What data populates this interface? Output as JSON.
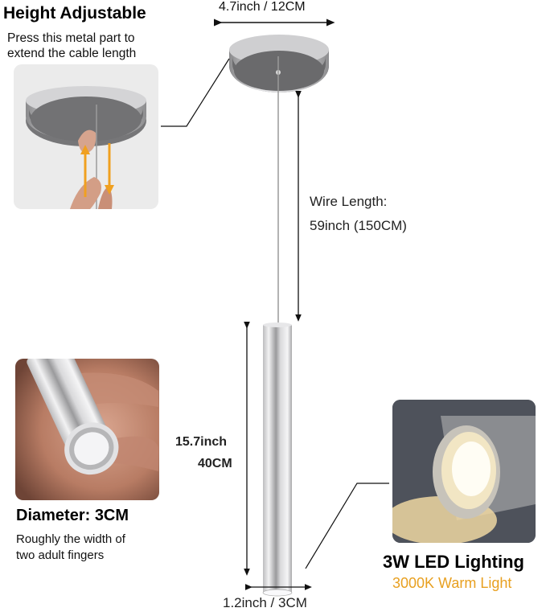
{
  "top_left": {
    "title": "Height Adjustable",
    "desc_line1": "Press this metal part to",
    "desc_line2": "extend the cable length"
  },
  "canopy": {
    "width_label": "4.7inch / 12CM"
  },
  "wire": {
    "label_line1": "Wire Length:",
    "label_line2": "59inch (150CM)"
  },
  "tube": {
    "height_line1": "15.7inch",
    "height_line2": "40CM",
    "width_label": "1.2inch / 3CM"
  },
  "bottom_left": {
    "title": "Diameter: 3CM",
    "desc_line1": "Roughly the width of",
    "desc_line2": "two adult fingers"
  },
  "bottom_right": {
    "title": "3W LED Lighting",
    "subtitle": "3000K Warm Light",
    "subtitle_color": "#e8a020"
  },
  "colors": {
    "arrow_orange": "#f0a020",
    "metal_dark": "#6e6e70",
    "metal_light": "#d8d8da"
  }
}
